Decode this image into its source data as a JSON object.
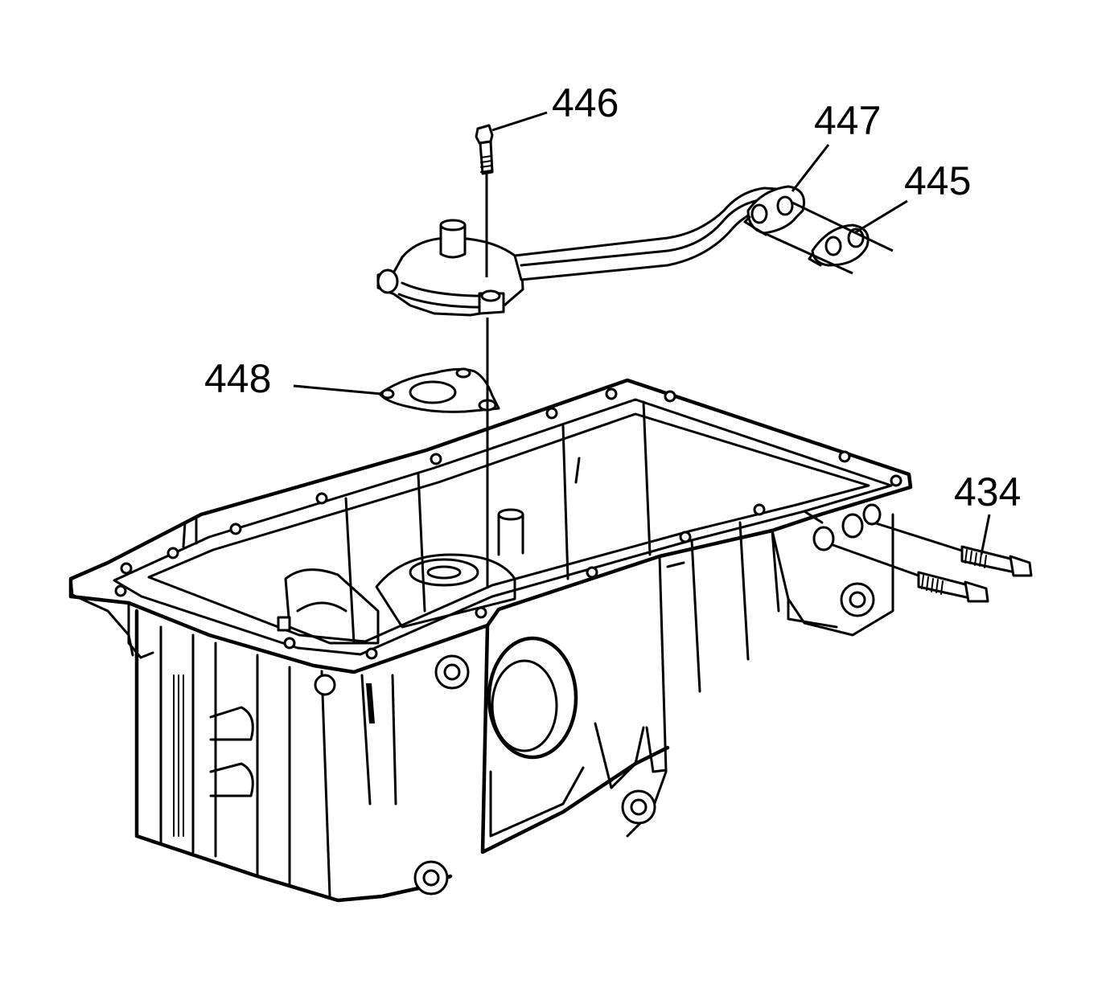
{
  "diagram": {
    "callouts": [
      {
        "id": "446",
        "label": "446"
      },
      {
        "id": "447",
        "label": "447"
      },
      {
        "id": "445",
        "label": "445"
      },
      {
        "id": "448",
        "label": "448"
      },
      {
        "id": "434",
        "label": "434"
      }
    ]
  }
}
